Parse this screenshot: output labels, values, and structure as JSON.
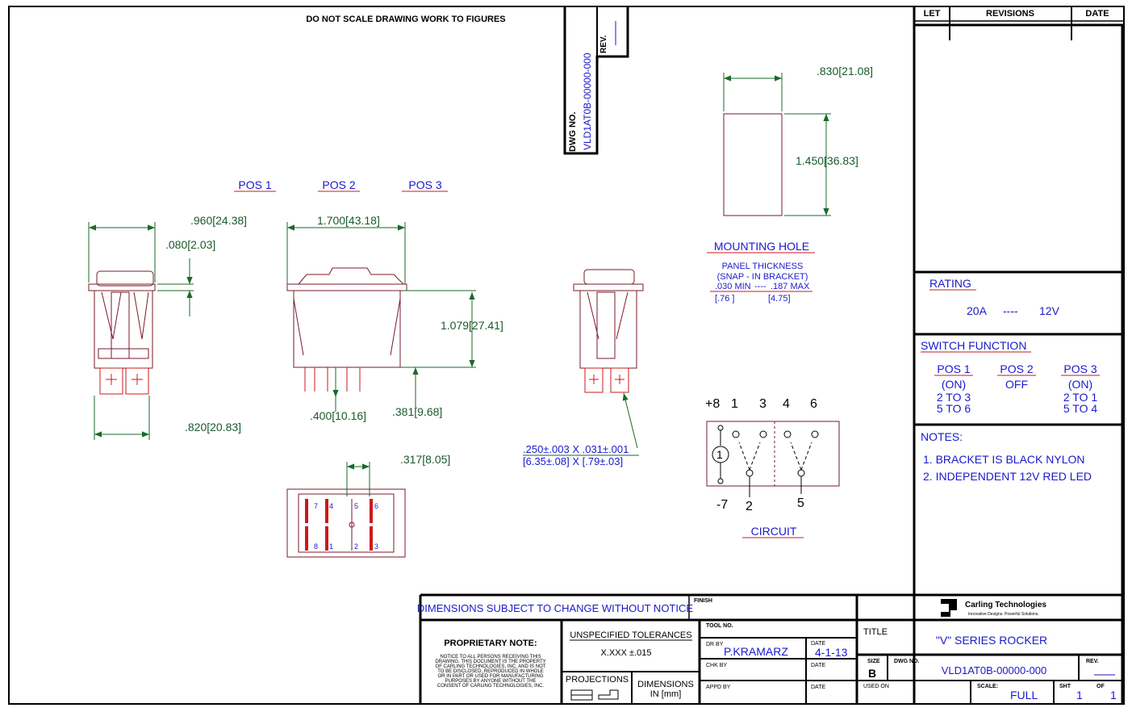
{
  "header": {
    "notice": "DO NOT SCALE DRAWING WORK TO FIGURES",
    "dwg_no_label": "DWG NO.",
    "dwg_no_value": "VLD1AT0B-00000-000",
    "rev_label": "REV."
  },
  "revisions": {
    "let_label": "LET",
    "revisions_label": "REVISIONS",
    "date_label": "DATE"
  },
  "positions": {
    "pos1": "POS 1",
    "pos2": "POS 2",
    "pos3": "POS 3"
  },
  "dimensions": {
    "width_960": ".960[24.38]",
    "flange_080": ".080[2.03]",
    "body_820": ".820[20.83]",
    "length_1700": "1.700[43.18]",
    "height_1079": "1.079[27.41]",
    "pin_400": ".400[10.16]",
    "pin_381": ".381[9.68]",
    "spacing_317": ".317[8.05]",
    "terminal_line1": ".250±.003 X .031±.001",
    "terminal_line2": "[6.35±.08] X [.79±.03]",
    "hole_830": ".830[21.08]",
    "hole_1450": "1.450[36.83]"
  },
  "mounting": {
    "title": "MOUNTING HOLE",
    "panel_thickness": "PANEL THICKNESS",
    "bracket_note": "(SNAP - IN BRACKET)",
    "min_value": ".030 MIN",
    "dashes": "----",
    "max_value": ".187 MAX",
    "min_mm": "[.76 ]",
    "max_mm": "[4.75]"
  },
  "terminal_pins": {
    "top": [
      "7",
      "4",
      "5",
      "6"
    ],
    "bottom": [
      "8",
      "1",
      "2",
      "3"
    ]
  },
  "circuit": {
    "title": "CIRCUIT",
    "plus8": "+8",
    "minus7": "-7",
    "t1": "1",
    "t2": "2",
    "t3": "3",
    "t4": "4",
    "t5": "5",
    "t6": "6",
    "lamp": "1"
  },
  "rating": {
    "title": "RATING",
    "amps": "20A",
    "dashes": "----",
    "volts": "12V"
  },
  "switch_function": {
    "title": "SWITCH FUNCTION",
    "columns": [
      {
        "pos": "POS 1",
        "mode": "(ON)",
        "c1": "2 TO 3",
        "c2": "5 TO 6"
      },
      {
        "pos": "POS 2",
        "mode": "OFF",
        "c1": "",
        "c2": ""
      },
      {
        "pos": "POS 3",
        "mode": "(ON)",
        "c1": "2 TO 1",
        "c2": "5 TO 4"
      }
    ]
  },
  "notes": {
    "title": "NOTES:",
    "items": [
      "1. BRACKET IS BLACK NYLON",
      "2. INDEPENDENT 12V RED LED"
    ]
  },
  "title_block": {
    "dimensions_notice": "DIMENSIONS SUBJECT TO CHANGE WITHOUT NOTICE",
    "finish_label": "FINISH",
    "company_name": "Carling Technologies",
    "company_tag": "Innovative Designs. Powerful Solutions.",
    "proprietary_title": "PROPRIETARY NOTE:",
    "proprietary_text": [
      "NOTICE TO ALL PERSONS RECEIVING THIS",
      "DRAWING. THIS DOCUMENT IS THE PROPERTY",
      "OF CARLING TECHNOLOGIES, INC. AND IS NOT",
      "TO BE DISCLOSED, REPRODUCED IN WHOLE",
      "OR IN PART OR USED FOR MANUFACTURING",
      "PURPOSES BY ANYONE WITHOUT THE",
      "CONSENT OF CARLING TECHNOLOGIES, INC."
    ],
    "tolerances_label": "UNSPECIFIED TOLERANCES",
    "tolerance_value": "X.XXX ±.015",
    "projections_label": "PROJECTIONS",
    "dimensions_label": "DIMENSIONS",
    "dimensions_unit": "IN [mm]",
    "tool_no_label": "TOOL NO.",
    "dr_by_label": "DR BY",
    "dr_by_value": "P.KRAMARZ",
    "date_label": "DATE",
    "date_value": "4-1-13",
    "chk_by_label": "CHK BY",
    "appd_by_label": "APPD BY",
    "title_label": "TITLE",
    "title_value": "\"V\" SERIES ROCKER",
    "size_label": "SIZE",
    "size_value": "B",
    "dwg_no_label": "DWG NO.",
    "dwg_no_value": "VLD1AT0B-00000-000",
    "rev_label": "REV.",
    "used_on_label": "USED ON",
    "scale_label": "SCALE:",
    "scale_value": "FULL",
    "sht_label": "SHT",
    "sht_value": "1",
    "of_label": "OF",
    "of_value": "1"
  }
}
